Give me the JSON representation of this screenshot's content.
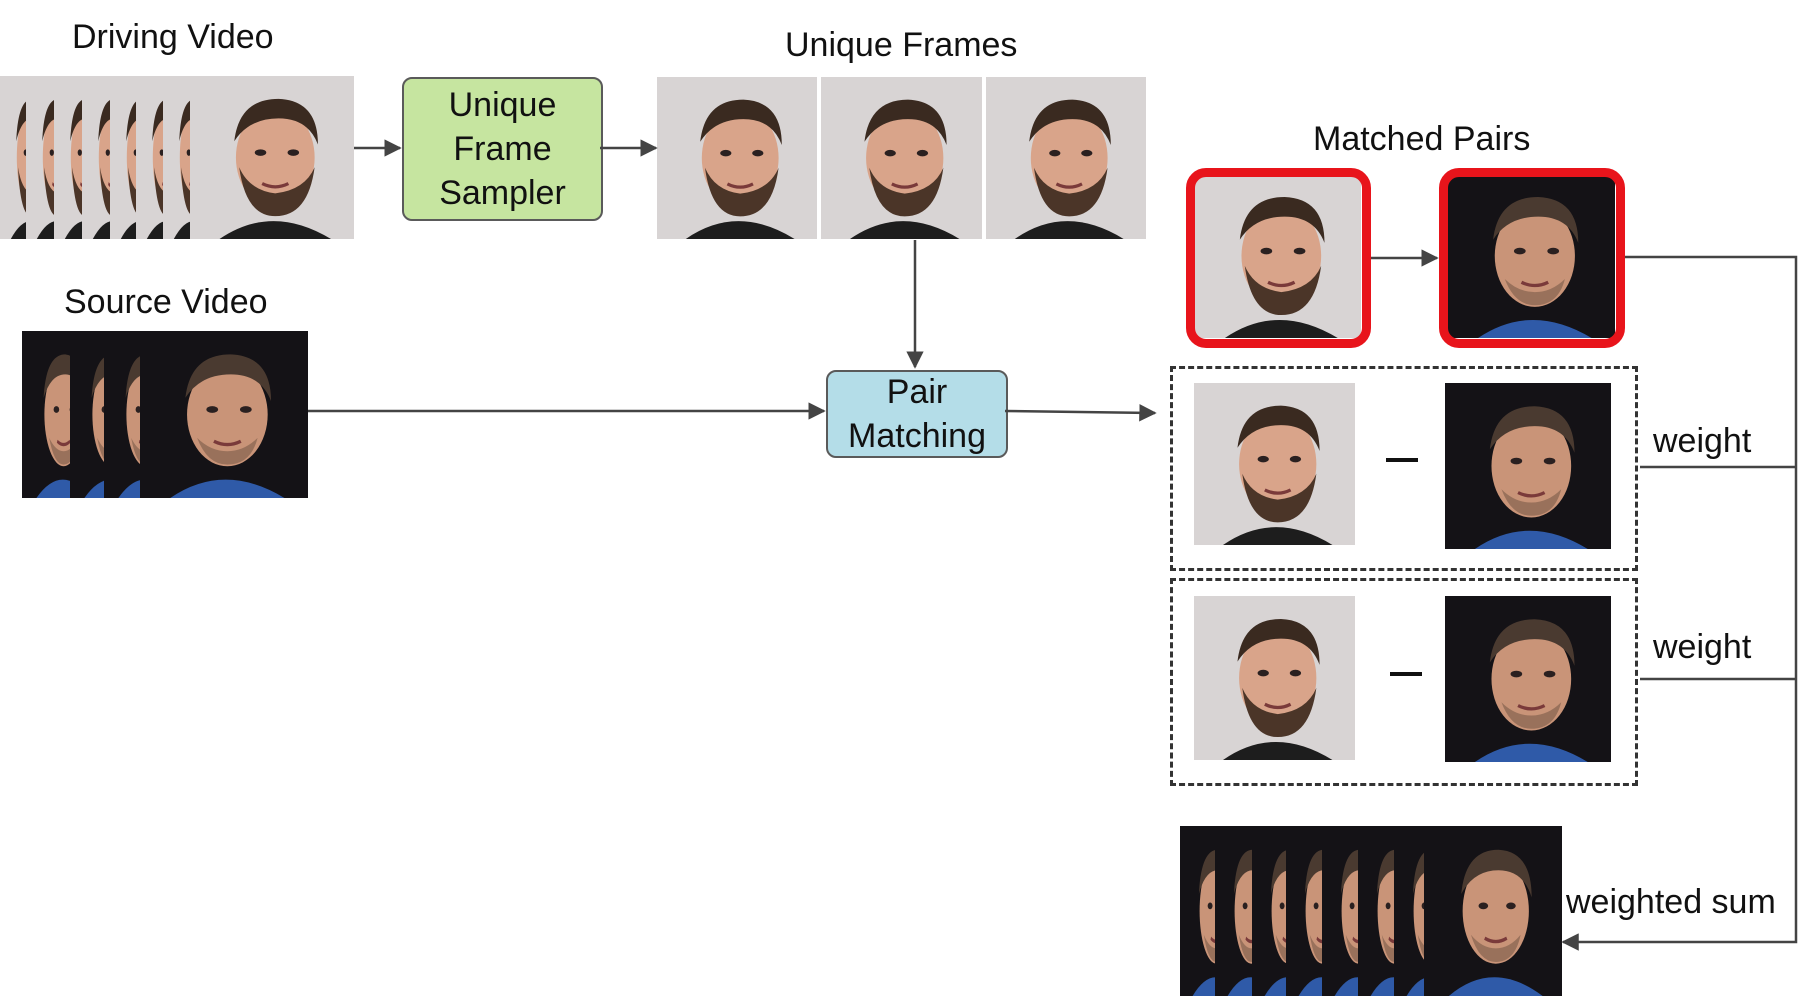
{
  "labels": {
    "driving_video": "Driving Video",
    "unique_frames": "Unique Frames",
    "source_video": "Source Video",
    "matched_pairs": "Matched Pairs",
    "weight_1": "weight",
    "weight_2": "weight",
    "weighted_sum": "weighted sum"
  },
  "boxes": {
    "sampler": [
      "Unique",
      "Frame",
      "Sampler"
    ],
    "matching": [
      "Pair",
      "Matching"
    ]
  },
  "operators": {
    "minus": "–"
  },
  "colors": {
    "sampler_fill": "#c6e5a0",
    "matching_fill": "#b4dde8",
    "highlight": "#e8141b",
    "driving_bg": "#d8d4d4",
    "source_bg": "#141216"
  },
  "icons": [
    "face-photo",
    "arrow"
  ]
}
